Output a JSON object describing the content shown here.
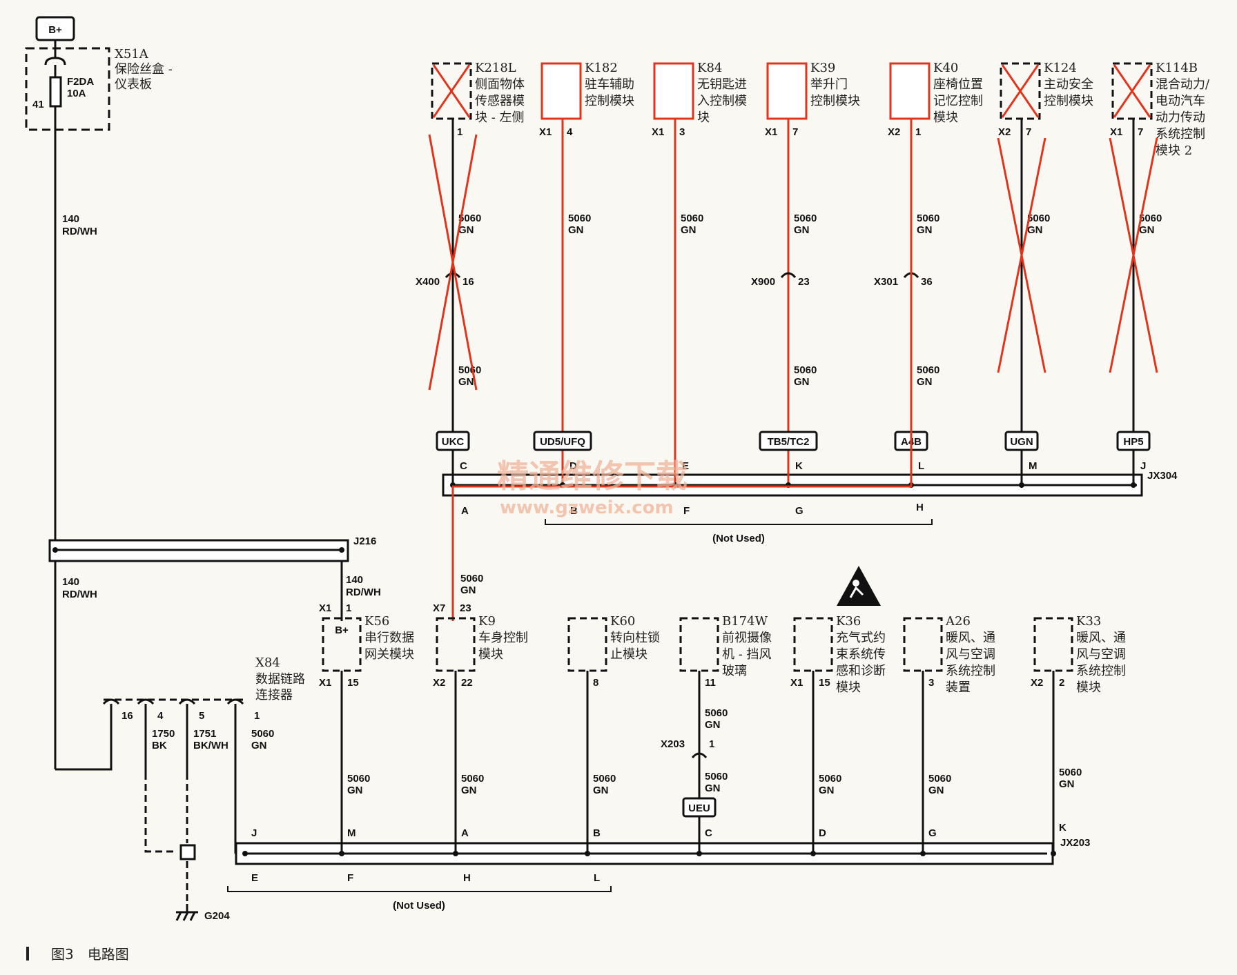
{
  "caption": {
    "marker": "|",
    "text": "图3　电路图"
  },
  "watermark": {
    "line1": "精通维修下载",
    "line2": "www.gzweix.com"
  },
  "power": {
    "label": "B+"
  },
  "fuse_box": {
    "id": "X51A",
    "name1": "保险丝盒 -",
    "name2": "仪表板",
    "fuse": "F2DA",
    "rating": "10A",
    "pin": "41"
  },
  "wire_140": {
    "circuit": "140",
    "color": "RD/WH"
  },
  "wire_5060": {
    "circuit": "5060",
    "color": "GN"
  },
  "top_modules": [
    {
      "id": "K218L",
      "lines": [
        "侧面物体",
        "传感器模",
        "块 - 左侧"
      ],
      "conn": "",
      "pin": "1",
      "inline": "X400",
      "inline_pin": "16",
      "tag": "UKC",
      "bus_pin": "C",
      "crossed": true
    },
    {
      "id": "K182",
      "lines": [
        "驻车辅助",
        "控制模块"
      ],
      "conn": "X1",
      "pin": "4",
      "inline": "",
      "inline_pin": "",
      "tag": "UD5/UFQ",
      "bus_pin": "D",
      "crossed": false
    },
    {
      "id": "K84",
      "lines": [
        "无钥匙进",
        "入控制模",
        "块"
      ],
      "conn": "X1",
      "pin": "3",
      "inline": "",
      "inline_pin": "",
      "tag": "",
      "bus_pin": "E",
      "crossed": false
    },
    {
      "id": "K39",
      "lines": [
        "举升门",
        "控制模块"
      ],
      "conn": "X1",
      "pin": "7",
      "inline": "X900",
      "inline_pin": "23",
      "tag": "TB5/TC2",
      "bus_pin": "K",
      "crossed": false
    },
    {
      "id": "K40",
      "lines": [
        "座椅位置",
        "记忆控制",
        "模块"
      ],
      "conn": "X2",
      "pin": "1",
      "inline": "X301",
      "inline_pin": "36",
      "tag": "A4B",
      "bus_pin": "L",
      "crossed": false
    },
    {
      "id": "K124",
      "lines": [
        "主动安全",
        "控制模块"
      ],
      "conn": "X2",
      "pin": "7",
      "inline": "",
      "inline_pin": "",
      "tag": "UGN",
      "bus_pin": "M",
      "crossed": true
    },
    {
      "id": "K114B",
      "lines": [
        "混合动力/",
        "电动汽车",
        "动力传动",
        "系统控制",
        "模块 2"
      ],
      "conn": "X1",
      "pin": "7",
      "inline": "",
      "inline_pin": "",
      "tag": "HP5",
      "bus_pin": "J",
      "crossed": true
    }
  ],
  "jx304": {
    "id": "JX304",
    "bottom_pins": [
      "A",
      "B",
      "F",
      "G",
      "H"
    ],
    "not_used": "(Not Used)"
  },
  "j216": {
    "id": "J216"
  },
  "bottom_modules": [
    {
      "id": "K56",
      "lines": [
        "串行数据",
        "网关模块"
      ],
      "top_conn": "X1",
      "top_pin": "1",
      "inner": "B+",
      "conn": "X1",
      "pin": "15",
      "bus_pin": "M"
    },
    {
      "id": "K9",
      "lines": [
        "车身控制",
        "模块"
      ],
      "top_conn": "X7",
      "top_pin": "23",
      "inner": "",
      "conn": "X2",
      "pin": "22",
      "bus_pin": "A"
    },
    {
      "id": "K60",
      "lines": [
        "转向柱锁",
        "止模块"
      ],
      "top_conn": "",
      "top_pin": "",
      "inner": "",
      "conn": "",
      "pin": "8",
      "bus_pin": "B"
    },
    {
      "id": "B174W",
      "lines": [
        "前视摄像",
        "机 - 挡风",
        "玻璃"
      ],
      "top_conn": "",
      "top_pin": "",
      "inner": "",
      "conn": "",
      "pin": "11",
      "bus_pin": "C"
    },
    {
      "id": "K36",
      "lines": [
        "充气式约",
        "束系统传",
        "感和诊断",
        "模块"
      ],
      "top_conn": "",
      "top_pin": "",
      "inner": "",
      "conn": "X1",
      "pin": "15",
      "bus_pin": "D"
    },
    {
      "id": "A26",
      "lines": [
        "暖风、通",
        "风与空调",
        "系统控制",
        "装置"
      ],
      "top_conn": "",
      "top_pin": "",
      "inner": "",
      "conn": "",
      "pin": "3",
      "bus_pin": "G"
    },
    {
      "id": "K33",
      "lines": [
        "暖风、通",
        "风与空调",
        "系统控制",
        "模块"
      ],
      "top_conn": "",
      "top_pin": "",
      "inner": "",
      "conn": "X2",
      "pin": "2",
      "bus_pin": "K"
    }
  ],
  "camera_inline": {
    "id": "X203",
    "pin": "1",
    "tag": "UEU"
  },
  "x84": {
    "id": "X84",
    "name1": "数据链路",
    "name2": "连接器",
    "pins": [
      "16",
      "4",
      "5",
      "1"
    ],
    "bus_pin": "J",
    "wire_1750": {
      "circuit": "1750",
      "color": "BK"
    },
    "wire_1751": {
      "circuit": "1751",
      "color": "BK/WH"
    }
  },
  "jx203": {
    "id": "JX203",
    "bottom_pins": [
      "E",
      "F",
      "H",
      "L"
    ],
    "not_used": "(Not Used)"
  },
  "ground": {
    "id": "G204"
  },
  "colors": {
    "highlight": "#e0341c",
    "ink": "#111111",
    "paper": "#faf8f3"
  }
}
